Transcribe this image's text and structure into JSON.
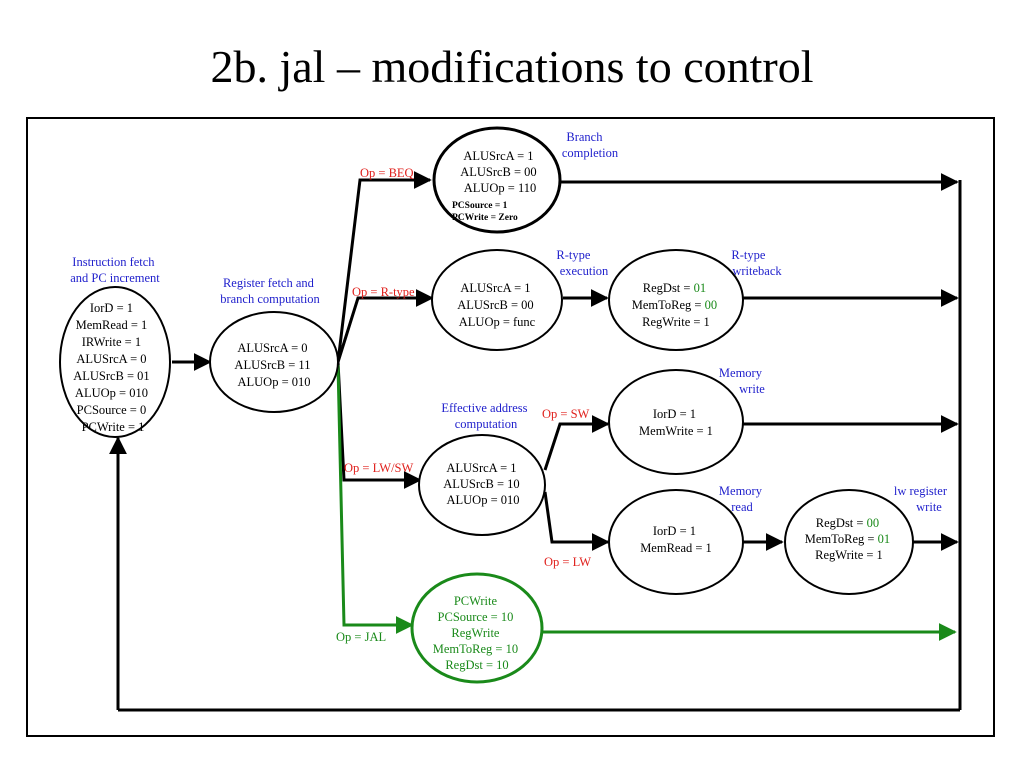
{
  "title": "2b. jal – modifications to control",
  "colors": {
    "black": "#000000",
    "blue": "#1f1fcc",
    "red": "#e0201c",
    "green": "#1a8a1a"
  },
  "states": {
    "s0": {
      "label": [
        "Instruction fetch",
        "and PC increment"
      ],
      "lines": [
        "IorD = 1",
        "MemRead = 1",
        "IRWrite = 1",
        "ALUSrcA = 0",
        "ALUSrcB = 01",
        "ALUOp = 010",
        "PCSource = 0",
        "PCWrite = 1"
      ]
    },
    "s1": {
      "label": [
        "Register fetch and",
        "branch computation"
      ],
      "lines": [
        "ALUSrcA = 0",
        "ALUSrcB = 11",
        "ALUOp = 010"
      ]
    },
    "beq": {
      "label": [
        "Branch",
        "completion"
      ],
      "lines": [
        "ALUSrcA = 1",
        "ALUSrcB = 00",
        "ALUOp = 110"
      ],
      "small_lines": [
        "PCSource = 1",
        "PCWrite = Zero"
      ]
    },
    "rexec": {
      "label": [
        "R-type",
        "execution"
      ],
      "lines": [
        "ALUSrcA = 1",
        "ALUSrcB = 00",
        "ALUOp = func"
      ]
    },
    "rwb": {
      "label": [
        "R-type",
        "writeback"
      ],
      "lines": [
        [
          {
            "t": "RegDst = "
          },
          {
            "t": "01",
            "c": "green"
          }
        ],
        [
          {
            "t": "MemToReg = "
          },
          {
            "t": "00",
            "c": "green"
          }
        ],
        [
          {
            "t": "RegWrite = 1"
          }
        ]
      ]
    },
    "addr": {
      "label": [
        "Effective address",
        "computation"
      ],
      "lines": [
        "ALUSrcA = 1",
        "ALUSrcB = 10",
        "ALUOp = 010"
      ]
    },
    "memwrite": {
      "label": [
        "Memory",
        "write"
      ],
      "lines": [
        "IorD = 1",
        "MemWrite = 1"
      ]
    },
    "memread": {
      "label": [
        "Memory",
        "read"
      ],
      "lines": [
        "IorD = 1",
        "MemRead = 1"
      ]
    },
    "lwwb": {
      "label": [
        "lw register",
        "write"
      ],
      "lines": [
        [
          {
            "t": "RegDst = "
          },
          {
            "t": "00",
            "c": "green"
          }
        ],
        [
          {
            "t": "MemToReg = "
          },
          {
            "t": "01",
            "c": "green"
          }
        ],
        [
          {
            "t": "RegWrite = 1"
          }
        ]
      ]
    },
    "jal": {
      "lines": [
        "PCWrite",
        "PCSource = 10",
        "RegWrite",
        "MemToReg = 10",
        "RegDst = 10"
      ]
    }
  },
  "edges": {
    "beq": "Op = BEQ",
    "rtype": "Op = R-type",
    "lwsw": "Op = LW/SW",
    "jal": "Op = JAL",
    "sw": "Op = SW",
    "lw": "Op = LW"
  }
}
